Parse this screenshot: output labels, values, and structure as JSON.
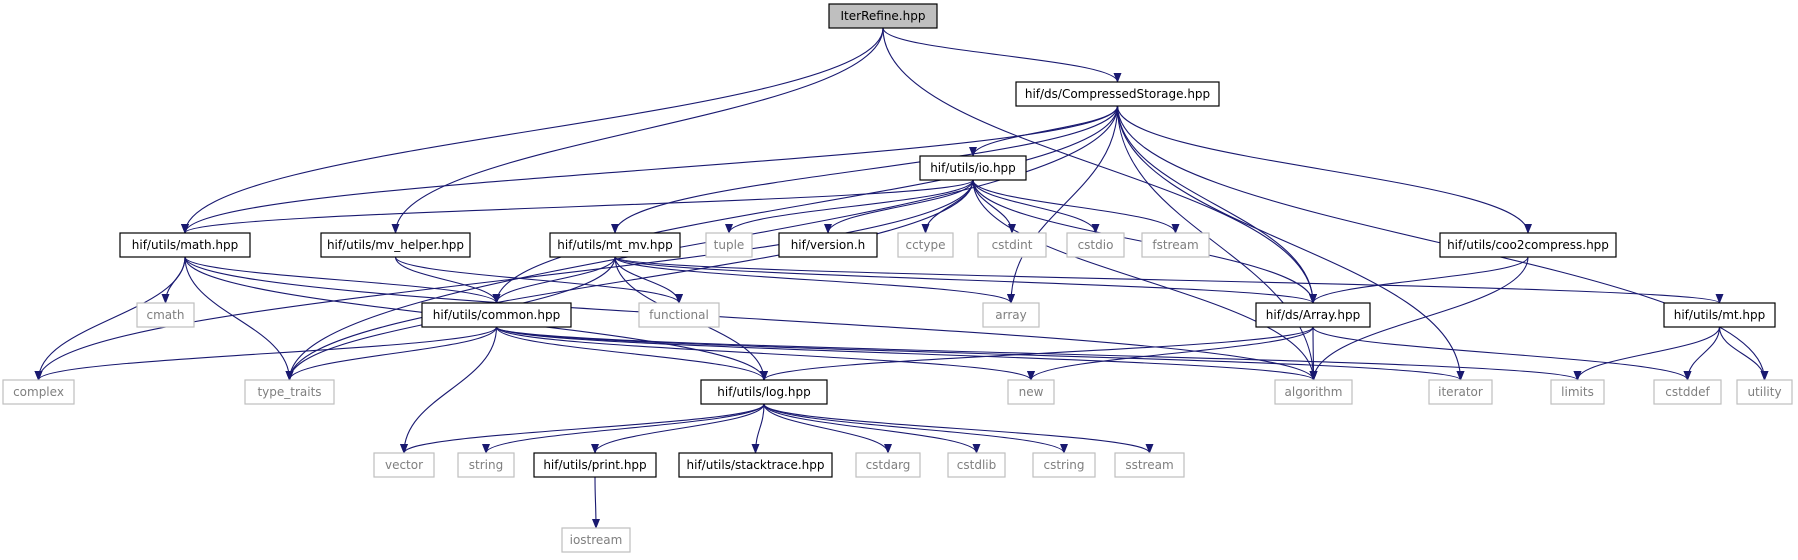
{
  "colors": {
    "edge": "#191970",
    "arrowhead": "#191970",
    "root_fill": "#bfbfbf",
    "project_border": "#000000",
    "system_border": "#bfbfbf",
    "project_text": "#000000",
    "system_text": "#7f7f7f"
  },
  "nodes": [
    {
      "id": "iterrefine",
      "label": "IterRefine.hpp",
      "kind": "root"
    },
    {
      "id": "compressedstorage",
      "label": "hif/ds/CompressedStorage.hpp",
      "kind": "project"
    },
    {
      "id": "io",
      "label": "hif/utils/io.hpp",
      "kind": "project"
    },
    {
      "id": "math",
      "label": "hif/utils/math.hpp",
      "kind": "project"
    },
    {
      "id": "mv_helper",
      "label": "hif/utils/mv_helper.hpp",
      "kind": "project"
    },
    {
      "id": "mt_mv",
      "label": "hif/utils/mt_mv.hpp",
      "kind": "project"
    },
    {
      "id": "tuple",
      "label": "tuple",
      "kind": "system"
    },
    {
      "id": "version",
      "label": "hif/version.h",
      "kind": "project"
    },
    {
      "id": "cctype",
      "label": "cctype",
      "kind": "system"
    },
    {
      "id": "cstdint",
      "label": "cstdint",
      "kind": "system"
    },
    {
      "id": "cstdio",
      "label": "cstdio",
      "kind": "system"
    },
    {
      "id": "fstream",
      "label": "fstream",
      "kind": "system"
    },
    {
      "id": "coo2compress",
      "label": "hif/utils/coo2compress.hpp",
      "kind": "project"
    },
    {
      "id": "cmath",
      "label": "cmath",
      "kind": "system"
    },
    {
      "id": "common",
      "label": "hif/utils/common.hpp",
      "kind": "project"
    },
    {
      "id": "functional",
      "label": "functional",
      "kind": "system"
    },
    {
      "id": "array",
      "label": "array",
      "kind": "system"
    },
    {
      "id": "dsarray",
      "label": "hif/ds/Array.hpp",
      "kind": "project"
    },
    {
      "id": "mt",
      "label": "hif/utils/mt.hpp",
      "kind": "project"
    },
    {
      "id": "complex",
      "label": "complex",
      "kind": "system"
    },
    {
      "id": "type_traits",
      "label": "type_traits",
      "kind": "system"
    },
    {
      "id": "log",
      "label": "hif/utils/log.hpp",
      "kind": "project"
    },
    {
      "id": "new",
      "label": "new",
      "kind": "system"
    },
    {
      "id": "algorithm",
      "label": "algorithm",
      "kind": "system"
    },
    {
      "id": "iterator",
      "label": "iterator",
      "kind": "system"
    },
    {
      "id": "limits",
      "label": "limits",
      "kind": "system"
    },
    {
      "id": "cstddef",
      "label": "cstddef",
      "kind": "system"
    },
    {
      "id": "utility",
      "label": "utility",
      "kind": "system"
    },
    {
      "id": "vector",
      "label": "vector",
      "kind": "system"
    },
    {
      "id": "string",
      "label": "string",
      "kind": "system"
    },
    {
      "id": "print",
      "label": "hif/utils/print.hpp",
      "kind": "project"
    },
    {
      "id": "stacktrace",
      "label": "hif/utils/stacktrace.hpp",
      "kind": "project"
    },
    {
      "id": "cstdarg",
      "label": "cstdarg",
      "kind": "system"
    },
    {
      "id": "cstdlib",
      "label": "cstdlib",
      "kind": "system"
    },
    {
      "id": "cstring",
      "label": "cstring",
      "kind": "system"
    },
    {
      "id": "sstream",
      "label": "sstream",
      "kind": "system"
    },
    {
      "id": "iostream",
      "label": "iostream",
      "kind": "system"
    }
  ],
  "edges": [
    {
      "from": "iterrefine",
      "to": "compressedstorage"
    },
    {
      "from": "iterrefine",
      "to": "math"
    },
    {
      "from": "iterrefine",
      "to": "mv_helper"
    },
    {
      "from": "iterrefine",
      "to": "dsarray"
    },
    {
      "from": "compressedstorage",
      "to": "io"
    },
    {
      "from": "compressedstorage",
      "to": "math"
    },
    {
      "from": "compressedstorage",
      "to": "mt_mv"
    },
    {
      "from": "compressedstorage",
      "to": "coo2compress"
    },
    {
      "from": "compressedstorage",
      "to": "common"
    },
    {
      "from": "compressedstorage",
      "to": "array"
    },
    {
      "from": "compressedstorage",
      "to": "dsarray"
    },
    {
      "from": "compressedstorage",
      "to": "type_traits"
    },
    {
      "from": "compressedstorage",
      "to": "algorithm"
    },
    {
      "from": "compressedstorage",
      "to": "iterator"
    },
    {
      "from": "compressedstorage",
      "to": "utility"
    },
    {
      "from": "io",
      "to": "math"
    },
    {
      "from": "io",
      "to": "tuple"
    },
    {
      "from": "io",
      "to": "version"
    },
    {
      "from": "io",
      "to": "cctype"
    },
    {
      "from": "io",
      "to": "cstdint"
    },
    {
      "from": "io",
      "to": "cstdio"
    },
    {
      "from": "io",
      "to": "fstream"
    },
    {
      "from": "io",
      "to": "dsarray"
    },
    {
      "from": "io",
      "to": "complex"
    },
    {
      "from": "io",
      "to": "type_traits"
    },
    {
      "from": "io",
      "to": "algorithm"
    },
    {
      "from": "math",
      "to": "cmath"
    },
    {
      "from": "math",
      "to": "common"
    },
    {
      "from": "math",
      "to": "complex"
    },
    {
      "from": "math",
      "to": "type_traits"
    },
    {
      "from": "math",
      "to": "log"
    },
    {
      "from": "math",
      "to": "algorithm"
    },
    {
      "from": "mv_helper",
      "to": "common"
    },
    {
      "from": "mv_helper",
      "to": "functional"
    },
    {
      "from": "mt_mv",
      "to": "common"
    },
    {
      "from": "mt_mv",
      "to": "functional"
    },
    {
      "from": "mt_mv",
      "to": "array"
    },
    {
      "from": "mt_mv",
      "to": "dsarray"
    },
    {
      "from": "mt_mv",
      "to": "mt"
    },
    {
      "from": "mt_mv",
      "to": "type_traits"
    },
    {
      "from": "mt_mv",
      "to": "log"
    },
    {
      "from": "coo2compress",
      "to": "dsarray"
    },
    {
      "from": "coo2compress",
      "to": "algorithm"
    },
    {
      "from": "common",
      "to": "complex"
    },
    {
      "from": "common",
      "to": "type_traits"
    },
    {
      "from": "common",
      "to": "log"
    },
    {
      "from": "common",
      "to": "vector"
    },
    {
      "from": "common",
      "to": "new"
    },
    {
      "from": "common",
      "to": "algorithm"
    },
    {
      "from": "common",
      "to": "iterator"
    },
    {
      "from": "common",
      "to": "limits"
    },
    {
      "from": "dsarray",
      "to": "log"
    },
    {
      "from": "dsarray",
      "to": "new"
    },
    {
      "from": "dsarray",
      "to": "algorithm"
    },
    {
      "from": "dsarray",
      "to": "cstddef"
    },
    {
      "from": "mt",
      "to": "limits"
    },
    {
      "from": "mt",
      "to": "cstddef"
    },
    {
      "from": "mt",
      "to": "utility"
    },
    {
      "from": "log",
      "to": "vector"
    },
    {
      "from": "log",
      "to": "string"
    },
    {
      "from": "log",
      "to": "print"
    },
    {
      "from": "log",
      "to": "stacktrace"
    },
    {
      "from": "log",
      "to": "cstdarg"
    },
    {
      "from": "log",
      "to": "cstdlib"
    },
    {
      "from": "log",
      "to": "cstring"
    },
    {
      "from": "log",
      "to": "sstream"
    },
    {
      "from": "print",
      "to": "iostream"
    }
  ]
}
